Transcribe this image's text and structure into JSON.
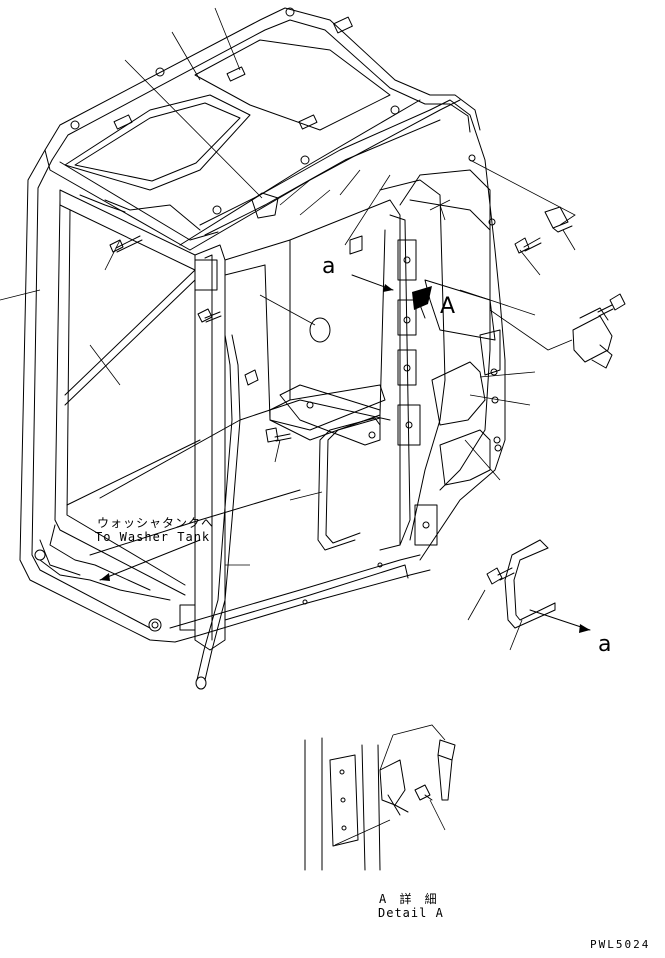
{
  "labels": {
    "washer_jp": "ウォッシャタンクへ",
    "washer_en": "To Washer Tank",
    "ref_a_upper": "a",
    "ref_A": "A",
    "ref_a_lower": "a",
    "detail_jp": "A 詳 細",
    "detail_en": "Detail A",
    "drawing_number": "PWL5024"
  }
}
